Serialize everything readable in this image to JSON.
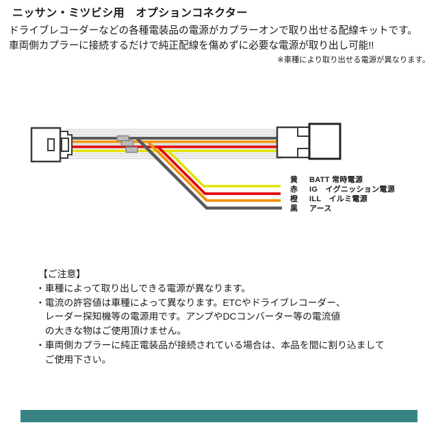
{
  "header": {
    "title": "ニッサン・ミツビシ用　オプションコネクター",
    "description_lines": [
      {
        "text": "ドライブレコーダーなどの各種電装品の電源がカプラーオンで取り出せる配線キットです。"
      },
      {
        "text": "車両側カプラーに接続するだけで純正配線を傷めずに必要な電源が取り出し可能!!"
      }
    ],
    "disclaimer": "※車種により取り出せる電源が異なります。"
  },
  "diagram": {
    "wire_labels": [
      {
        "color_name": "黄",
        "label": "BATT 常時電源",
        "hex": "#e0e300"
      },
      {
        "color_name": "赤",
        "label": "IG　イグニッション電源",
        "hex": "#e60000"
      },
      {
        "color_name": "橙",
        "label": "ILL　イルミ電源",
        "hex": "#ef9200"
      },
      {
        "color_name": "黒",
        "label": "アース",
        "hex": "#5a5a5a"
      }
    ],
    "colors": {
      "yellow": "#e0e300",
      "red": "#e60000",
      "orange": "#ef9200",
      "black_wire": "#5a5a5a",
      "white_wire": "#d4d4d4",
      "splice": "#bcbcbc",
      "connector_outline": "#3a3a3a"
    }
  },
  "notes": {
    "heading": "【ご注意】",
    "lines": [
      {
        "text": "・車種によって取り出しできる電源が異なります。"
      },
      {
        "text": "・電流の許容値は車種によって異なります。ETCやドライブレコーダー、"
      },
      {
        "text": "　レーダー探知機等の電源用です。アンプやDCコンバーター等の電流値"
      },
      {
        "text": "　の大きな物はご使用頂けません。"
      },
      {
        "text": "・車両側カプラーに純正電装品が接続されている場合は、本品を間に割り込まして"
      },
      {
        "text": "　ご使用下さい。"
      }
    ]
  },
  "footer": {
    "bar_color": "#378383"
  }
}
